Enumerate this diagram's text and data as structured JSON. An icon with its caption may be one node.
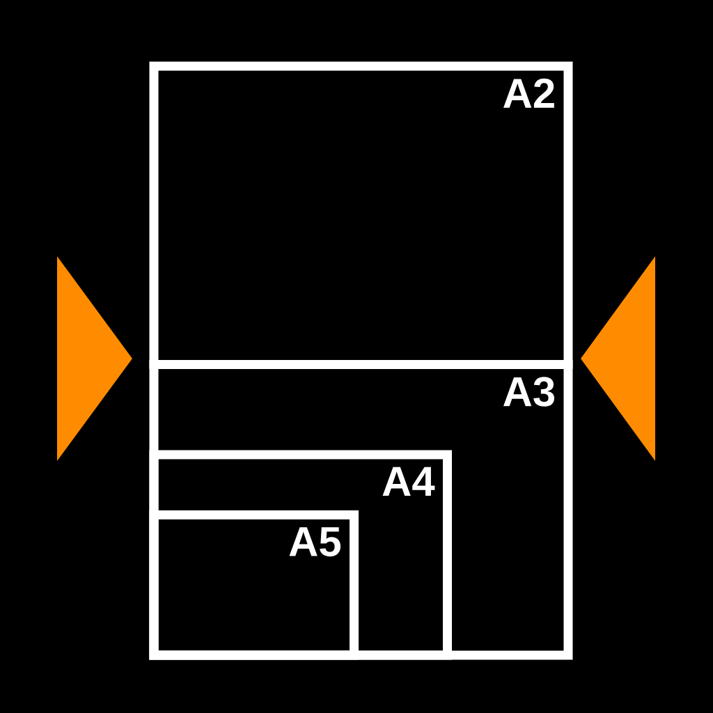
{
  "diagram": {
    "nodes": [
      {
        "text": [
          "A2"
        ]
      },
      {
        "text": [
          "A3"
        ]
      },
      {
        "text": [
          "A4"
        ],
        "in": 1
      },
      {
        "text": [
          "A5"
        ],
        "in": 2
      },
      {
        "text": [],
        "shape": "triangle"
      },
      {
        "text": [],
        "shape": "triangle"
      }
    ]
  }
}
